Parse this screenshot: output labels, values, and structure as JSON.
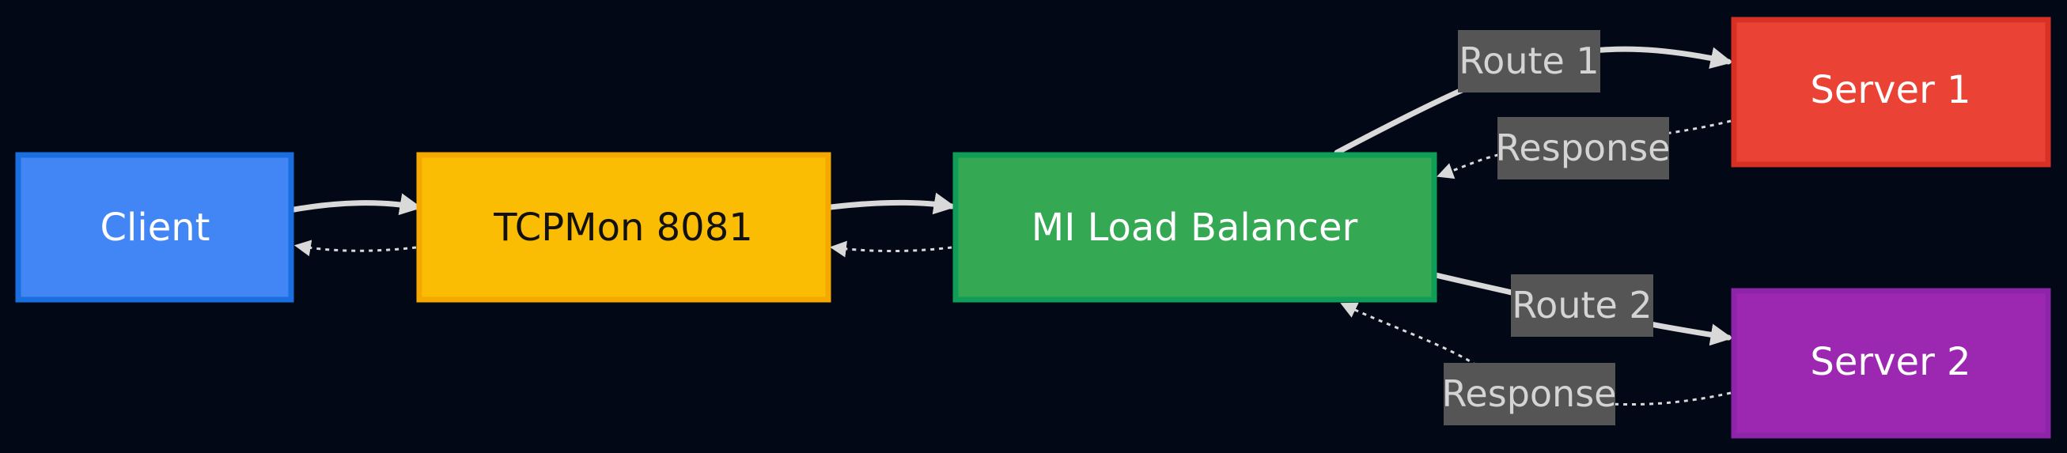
{
  "nodes": {
    "client": {
      "label": "Client",
      "fill": "#4285f4",
      "stroke": "#1a6fe0",
      "text": "#ffffff"
    },
    "tcpmon": {
      "label": "TCPMon 8081",
      "fill": "#fbbc04",
      "stroke": "#f5a800",
      "text": "#111111"
    },
    "lb": {
      "label": "MI Load Balancer",
      "fill": "#34a853",
      "stroke": "#0f9d58",
      "text": "#ffffff"
    },
    "server1": {
      "label": "Server 1",
      "fill": "#ea4335",
      "stroke": "#d93025",
      "text": "#ffffff"
    },
    "server2": {
      "label": "Server 2",
      "fill": "#9c27b0",
      "stroke": "#8e24aa",
      "text": "#ffffff"
    }
  },
  "edges": {
    "route1": "Route 1",
    "route2": "Route 2",
    "response1": "Response",
    "response2": "Response"
  },
  "colors": {
    "background": "#020816",
    "edge": "#d9d9d9",
    "edge_label_bg": "#555555",
    "edge_label_text": "#d4d4d4"
  }
}
